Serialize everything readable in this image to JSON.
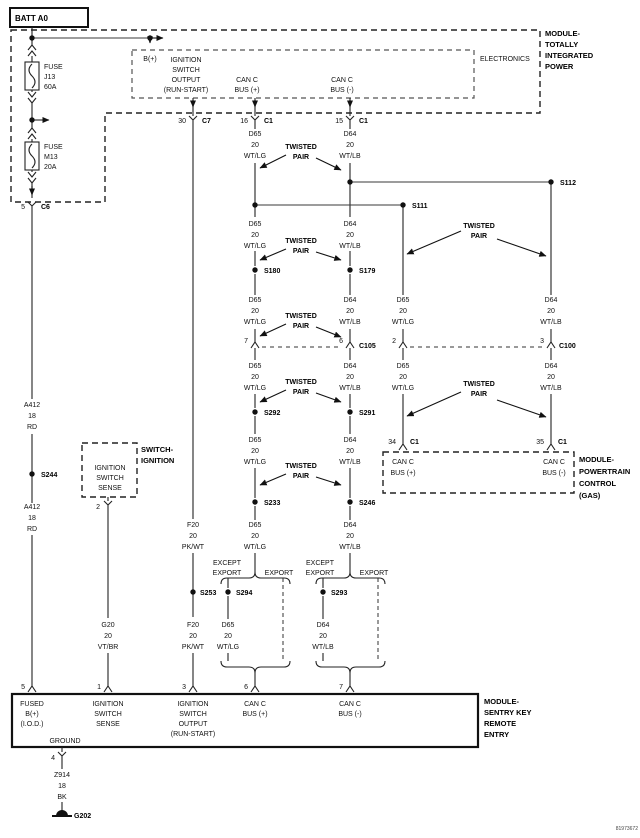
{
  "diagram_id": "81973672",
  "battery": {
    "label": "BATT A0"
  },
  "annotations": {
    "twisted": [
      "TWISTED",
      "PAIR"
    ],
    "except_export": [
      "EXCEPT",
      "EXPORT"
    ],
    "export": "EXPORT"
  },
  "modules": {
    "tipm": {
      "name": [
        "MODULE-",
        "TOTALLY",
        "INTEGRATED",
        "POWER"
      ],
      "section": "ELECTRONICS",
      "b_plus": "B(+)",
      "ign_out": [
        "IGNITION",
        "SWITCH",
        "OUTPUT",
        "(RUN-START)"
      ],
      "can_p": [
        "CAN C",
        "BUS (+)"
      ],
      "can_n": [
        "CAN C",
        "BUS (-)"
      ]
    },
    "switch_ignition": {
      "name": [
        "SWITCH-",
        "IGNITION"
      ],
      "sense": [
        "IGNITION",
        "SWITCH",
        "SENSE"
      ],
      "pin": "2"
    },
    "pcm": {
      "name": [
        "MODULE-",
        "POWERTRAIN",
        "CONTROL",
        "(GAS)"
      ],
      "can_p": [
        "CAN C",
        "BUS (+)"
      ],
      "can_n": [
        "CAN C",
        "BUS (-)"
      ],
      "pin_p": "34",
      "pin_n": "35",
      "conn_p": "C1",
      "conn_n": "C1"
    },
    "skreem": {
      "name": [
        "MODULE-",
        "SENTRY KEY",
        "REMOTE",
        "ENTRY"
      ],
      "pin5": "5",
      "pin1": "1",
      "pin3": "3",
      "pin6": "6",
      "pin7": "7",
      "pin4": "4",
      "fused_b": [
        "FUSED",
        "B(+)",
        "(I.O.D.)"
      ],
      "ign_sense": [
        "IGNITION",
        "SWITCH",
        "SENSE"
      ],
      "ign_out": [
        "IGNITION",
        "SWITCH",
        "OUTPUT",
        "(RUN-START)"
      ],
      "can_p": [
        "CAN C",
        "BUS (+)"
      ],
      "can_n": [
        "CAN C",
        "BUS (-)"
      ],
      "ground": "GROUND"
    }
  },
  "fuses": {
    "j13": [
      "FUSE",
      "J13",
      "60A"
    ],
    "m13": [
      "FUSE",
      "M13",
      "20A"
    ]
  },
  "connectors": {
    "c6": {
      "pin": "5",
      "name": "C6"
    },
    "c7": {
      "pin": "30",
      "name": "C7"
    },
    "c1_can_p": {
      "pin": "16",
      "name": "C1"
    },
    "c1_can_n": {
      "pin": "15",
      "name": "C1"
    },
    "c105": {
      "pin_left": "7",
      "pin_right": "6",
      "name": "C105"
    },
    "c100": {
      "pin_left": "2",
      "pin_right": "3",
      "name": "C100"
    }
  },
  "wires": {
    "d65": [
      "D65",
      "20",
      "WT/LG"
    ],
    "d64": [
      "D64",
      "20",
      "WT/LB"
    ],
    "a412": [
      "A412",
      "18",
      "RD"
    ],
    "f20": [
      "F20",
      "20",
      "PK/WT"
    ],
    "g20": [
      "G20",
      "20",
      "VT/BR"
    ],
    "z914": [
      "Z914",
      "18",
      "BK"
    ]
  },
  "splices": {
    "s111": "S111",
    "s112": "S112",
    "s179": "S179",
    "s180": "S180",
    "s233": "S233",
    "s244": "S244",
    "s246": "S246",
    "s253": "S253",
    "s291": "S291",
    "s292": "S292",
    "s293": "S293",
    "s294": "S294"
  },
  "ground": {
    "name": "G202"
  }
}
